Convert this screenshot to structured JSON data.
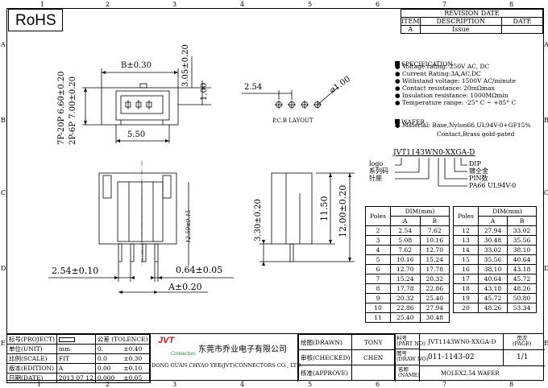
{
  "rohs": "RoHS",
  "frame": {
    "cols_top": [
      "1",
      "2",
      "3",
      "4",
      "5",
      "6",
      "7",
      "8"
    ],
    "cols_bottom": [
      "1",
      "2",
      "3",
      "4",
      "5",
      "6",
      "7",
      "8"
    ],
    "rows": [
      "A",
      "B",
      "C",
      "D",
      "E"
    ]
  },
  "revision": {
    "title": "REVISION DATE",
    "headers": [
      "ITEM",
      "DESCRIPTION",
      "DATE"
    ],
    "rows": [
      [
        "A",
        "Issue",
        ""
      ]
    ]
  },
  "spec": {
    "title": "SPECIFICATION",
    "items": [
      "Voltage rating: 250V AC, DC",
      "Current Rating:3A,AC,DC",
      "Withstand voltage: 1500V AC/minute",
      "Contact resistance: 20mΩmax",
      "Insulation resistance: 1000MΩmin",
      "Temperature range: -25° C ~ +85° C"
    ],
    "wafer_title": "WAFER",
    "material_1": "Material: Base,Nylon66 UL94V-0+GF15%",
    "material_2": "Contact,Brass gold-pated"
  },
  "part_code": {
    "code": "JVT1143WN0-XXGA-D",
    "left_labels": [
      "logo",
      "系列码",
      "针座"
    ],
    "right_labels": [
      "DIP",
      "镀仝金",
      "PIN数",
      "PA66 UL94V-0"
    ]
  },
  "drawing": {
    "b_dim": "B±0.30",
    "d305": "3.05±0.20",
    "d100": "1.00",
    "d550": "5.50",
    "d_left": "7P-20P 6.60±0.20",
    "d_left2": "2P-6P 7.00±0.20",
    "pcb_pitch": "2.54",
    "pcb_hole": "⌀1.00",
    "pcb_label": "P.C.B LAYOUT",
    "d1250": "12.50±0.15",
    "d254": "2.54±0.10",
    "d064": "0.64±0.05",
    "a_dim": "A±0.20",
    "d330": "3.30±0.20",
    "d1150": "11.50",
    "d1200": "12.00±0.20"
  },
  "dim_table": {
    "col_poles": "Poles",
    "col_dim": "DIM(mm)",
    "col_a": "A",
    "col_b": "B",
    "left": [
      [
        "2",
        "2.54",
        "7.62"
      ],
      [
        "3",
        "5.08",
        "10.16"
      ],
      [
        "4",
        "7.62",
        "12.70"
      ],
      [
        "5",
        "10.16",
        "15.24"
      ],
      [
        "6",
        "12.70",
        "17.78"
      ],
      [
        "7",
        "15.24",
        "20.32"
      ],
      [
        "8",
        "17.78",
        "22.86"
      ],
      [
        "9",
        "20.32",
        "25.40"
      ],
      [
        "10",
        "22.86",
        "27.94"
      ],
      [
        "11",
        "25.40",
        "30.48"
      ]
    ],
    "right": [
      [
        "12",
        "27.94",
        "33.02"
      ],
      [
        "13",
        "30.48",
        "35.56"
      ],
      [
        "14",
        "33.02",
        "38.10"
      ],
      [
        "15",
        "35.56",
        "40.64"
      ],
      [
        "16",
        "38.10",
        "43.18"
      ],
      [
        "17",
        "40.64",
        "45.72"
      ],
      [
        "18",
        "43.18",
        "48.26"
      ],
      [
        "19",
        "45.72",
        "50.80"
      ],
      [
        "20",
        "48.26",
        "53.34"
      ]
    ]
  },
  "title_block": {
    "project_label": "标号(PROJECT)",
    "unit_label": "单位(UNIT)",
    "unit": "mm",
    "scale_label": "比例(SCALE)",
    "scale": "FIT",
    "edition_label": "版本(EDITION)",
    "edition": "A",
    "date_label": "日期(DATE)",
    "date": "2013 07 12",
    "tolerance_label": "公差 (TOLENCE)",
    "tol": [
      [
        "0.",
        "±0.40"
      ],
      [
        "0.0",
        "±0.30"
      ],
      [
        "0.00",
        "±0.10"
      ],
      [
        "0.000",
        "±0.05"
      ]
    ],
    "company_cn": "东莞市乔业电子有限公司",
    "company_en": "DONG GUAN CHYAO YEE(JVT)CONNECTORS CO., LTD.",
    "logo_text": "JVT",
    "logo_sub": "Connectors",
    "drawn_label": "绘图(DRAWN)",
    "drawn": "TONY",
    "checked_label": "审核(CHECKED)",
    "checked": "CHEN",
    "approve_label": "核准(APPROVE)",
    "part_no_label": "料号\n(PART NO)",
    "part_no": "JVT1143WN0-XXGA-D",
    "draw_no_label": "图号\n(DRAW NO)",
    "draw_no": "011-1143-02",
    "name_label": "名称\n(NAME)",
    "name": "MOLEX2.54 WAFER",
    "page_label": "页次\n(PAGE)",
    "page": "1/1"
  }
}
